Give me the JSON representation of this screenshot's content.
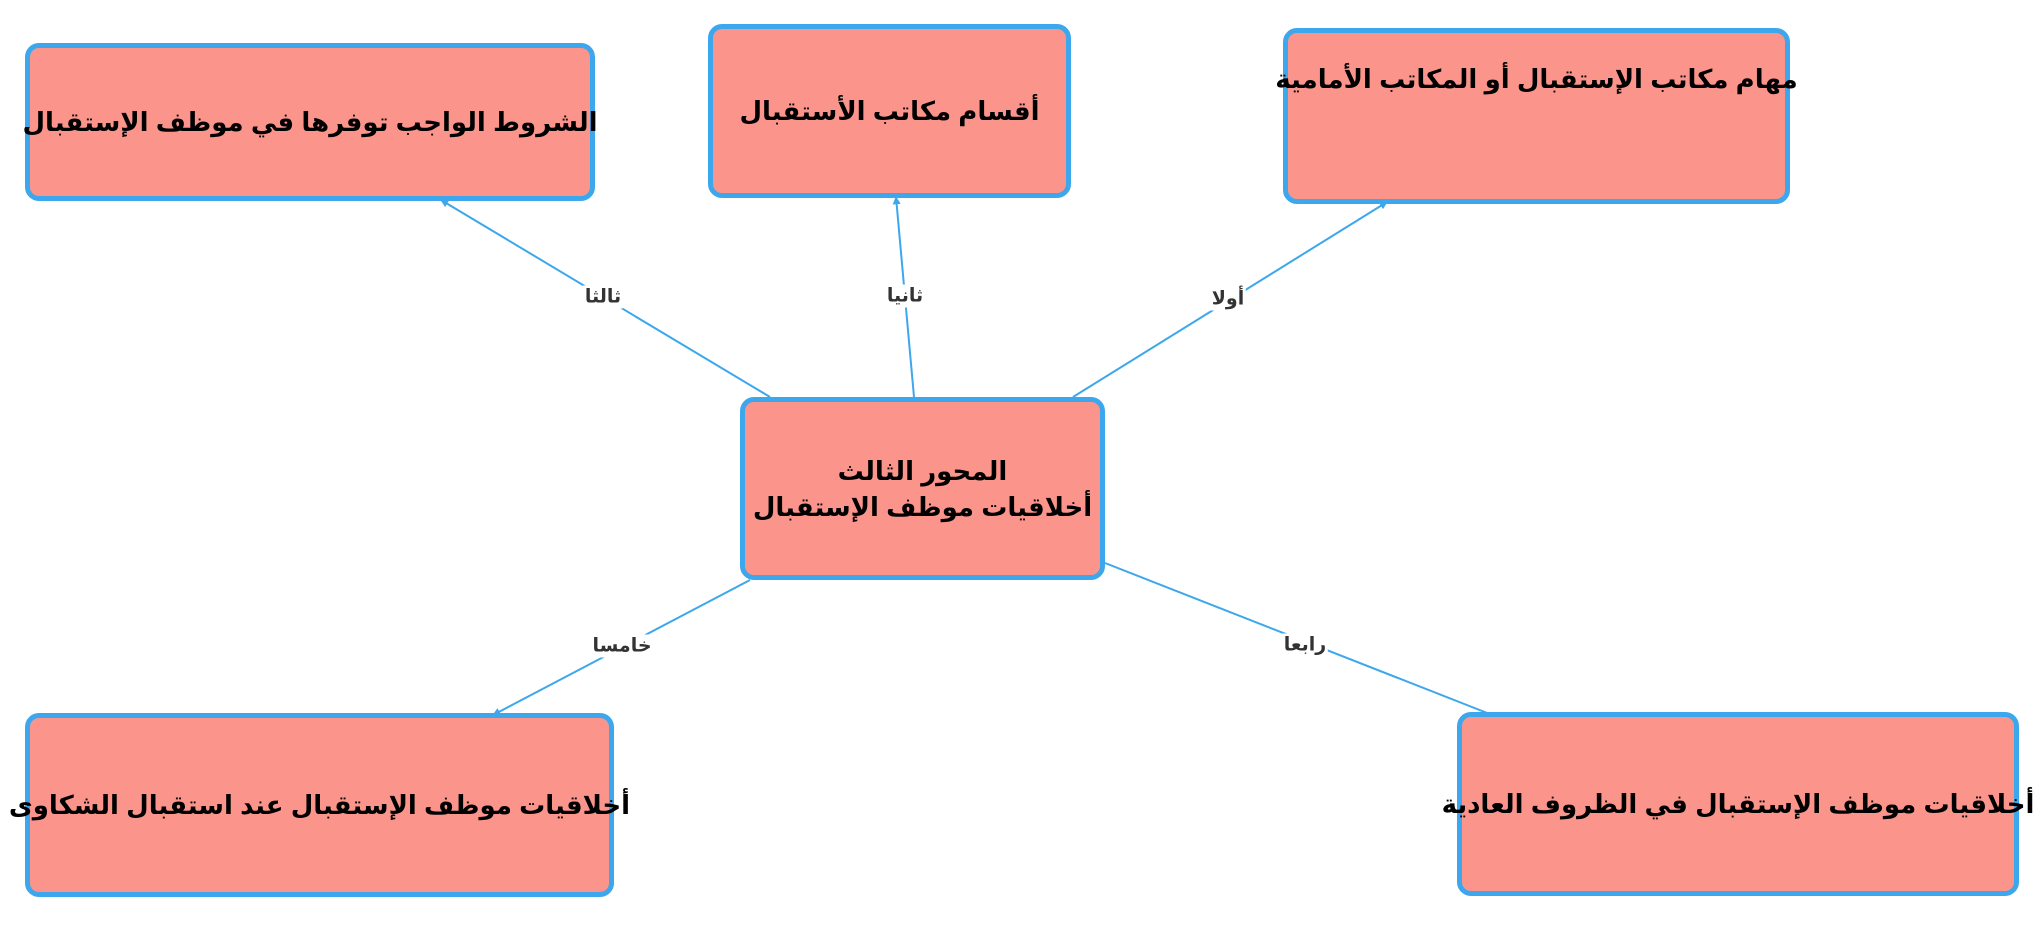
{
  "center_node": {
    "line1": "المحور الثالث",
    "line2": "أخلاقيات موظف الإستقبال"
  },
  "nodes": {
    "first": "مهام مكاتب الإستقبال أو المكاتب الأمامية",
    "second": "أقسام مكاتب الأستقبال",
    "third": "الشروط الواجب توفرها في موظف الإستقبال",
    "fourth": "أخلاقيات موظف الإستقبال في الظروف العادية",
    "fifth": "أخلاقيات موظف الإستقبال عند استقبال الشكاوى"
  },
  "edge_labels": {
    "first": "أولا",
    "second": "ثانيا",
    "third": "ثالثا",
    "fourth": "رابعا",
    "fifth": "خامسا"
  },
  "colors": {
    "node_fill": "#fb958b",
    "node_border": "#3ca7ec",
    "edge": "#3ca7ec"
  }
}
